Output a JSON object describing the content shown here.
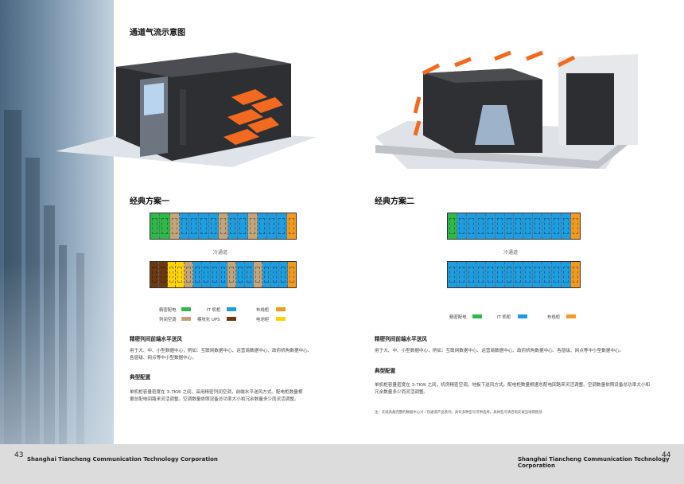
{
  "page_left": {
    "number": "43",
    "corp": "Shanghai Tiancheng Communication Technology Corporation",
    "heading_airflow": "通道气流示意图",
    "scheme_title": "经典方案一",
    "aisle_label": "冷通道",
    "legend": [
      {
        "label": "精密配电",
        "color": "#2eb84a"
      },
      {
        "label": "IT 机柜",
        "color": "#1e9de0"
      },
      {
        "label": "布线柜",
        "color": "#f39a1e"
      },
      {
        "label": "列间空调",
        "color": "#c4a57a"
      },
      {
        "label": "模块化 UPS",
        "color": "#6b3a12"
      },
      {
        "label": "电池柜",
        "color": "#ffd400"
      }
    ],
    "section_title": "精密列间前端水平送风",
    "section_text_1": "用于大、中、小型数据中心，例如：互联网数据中心、运营商数据中心、政府机构数据中心、",
    "section_text_2": "各层级、网点等中小型数据中心。",
    "config_title": "典型配置",
    "config_text_1": "单机柜容量密度在 3-7KW 之间，采用精密列间空调，前端水平送风方式。配电柜数量根",
    "config_text_2": "据总配电回路来灵活调整。空调数量依照设备总功率大小和冗余数量多少而灵活调整。"
  },
  "page_right": {
    "number": "44",
    "corp": "Shanghai Tiancheng Communication Technology Corporation",
    "scheme_title": "经典方案二",
    "aisle_label": "冷通道",
    "legend": [
      {
        "label": "精密配电",
        "color": "#2eb84a"
      },
      {
        "label": "IT 机柜",
        "color": "#1e9de0"
      },
      {
        "label": "布线柜",
        "color": "#f39a1e"
      }
    ],
    "section_title": "精密列间前端水平送风",
    "section_text_1": "用于大、中、小型数据中心，例如：互联网数据中心、运营商数据中心、政府机构数据中心、各层级、网点等中小型数据中心。",
    "config_title": "典型配置",
    "config_text_1": "单机柜容量密度在 3-7KW 之间，机房精密空调，地板下送风方式。配电柜数量根据总配电回路来灵活调整。空调数量依照设备总功率大小和",
    "config_text_2": "冗余数量多少而灵活调整。",
    "note": "注：天诚具备完整的数据中心冷 / 热通道产品系列，具有多种型号可供选择。具体型号请咨询天诚当地销售部"
  },
  "rows": {
    "left_top": [
      "#2eb84a",
      "#2eb84a",
      "#c4a57a",
      "#1e9de0",
      "#1e9de0",
      "#1e9de0",
      "#1e9de0",
      "#c4a57a",
      "#1e9de0",
      "#1e9de0",
      "#c4a57a",
      "#1e9de0",
      "#1e9de0",
      "#1e9de0",
      "#f39a1e"
    ],
    "left_bottom": [
      "#6b3a12",
      "#6b3a12",
      "#ffd400",
      "#ffd400",
      "#c4a57a",
      "#1e9de0",
      "#1e9de0",
      "#1e9de0",
      "#1e9de0",
      "#c4a57a",
      "#1e9de0",
      "#1e9de0",
      "#c4a57a",
      "#1e9de0",
      "#1e9de0",
      "#1e9de0",
      "#f39a1e"
    ],
    "right_top": [
      "#2eb84a",
      "#1e9de0",
      "#1e9de0",
      "#1e9de0",
      "#1e9de0",
      "#1e9de0",
      "#1e9de0",
      "#1e9de0",
      "#1e9de0",
      "#1e9de0",
      "#1e9de0",
      "#1e9de0",
      "#1e9de0",
      "#f39a1e"
    ],
    "right_bottom": [
      "#1e9de0",
      "#1e9de0",
      "#1e9de0",
      "#1e9de0",
      "#1e9de0",
      "#1e9de0",
      "#1e9de0",
      "#1e9de0",
      "#1e9de0",
      "#1e9de0",
      "#1e9de0",
      "#1e9de0",
      "#1e9de0",
      "#f39a1e"
    ]
  }
}
